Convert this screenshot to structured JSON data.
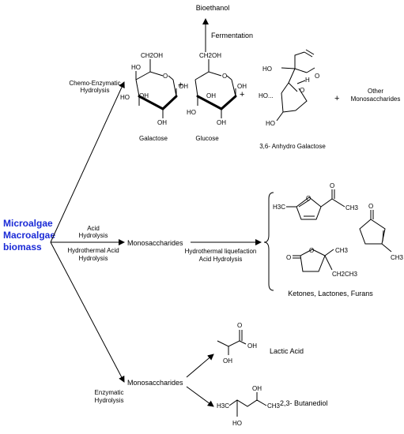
{
  "source": {
    "line1": "Microalgae",
    "line2": "Macroalgae",
    "line3": "biomass",
    "color": "#1a2ad6"
  },
  "top_branch": {
    "method_line1": "Chemo-Enzymatic",
    "method_line2": "Hydrolysis",
    "product": "Bioethanol",
    "step": "Fermentation",
    "plus": "+",
    "galactose": "Galactose",
    "glucose": "Glucose",
    "anhydro": "3,6- Anhydro Galactose",
    "other_line1": "Other",
    "other_line2": "Monosaccharides",
    "atoms": {
      "ch2oh": "CH2OH",
      "o": "O",
      "oh": "OH",
      "ho": "HO",
      "h": "H",
      "ho_dot": "HO..."
    }
  },
  "middle_branch": {
    "acid_line1": "Acid",
    "acid_line2": "Hydrolysis",
    "hydro_line1": "Hydrothermal Acid",
    "hydro_line2": "Hydrolysis",
    "intermediate": "Monosaccharides",
    "step_line1": "Hydrothermal liquefaction",
    "step_line2": "Acid Hydrolysis",
    "products_caption": "Ketones, Lactones, Furans",
    "atoms": {
      "h3c": "H3C",
      "ch3": "CH3",
      "o": "O",
      "ch2ch3": "CH2CH3"
    }
  },
  "bottom_branch": {
    "method_line1": "Enzymatic",
    "method_line2": "Hydrolysis",
    "intermediate": "Monosaccharides",
    "lactic": "Lactic Acid",
    "butanediol": "2,3- Butanediol",
    "atoms": {
      "o": "O",
      "oh": "OH",
      "ho": "HO",
      "h3c": "H3C",
      "ch3": "CH3"
    }
  }
}
